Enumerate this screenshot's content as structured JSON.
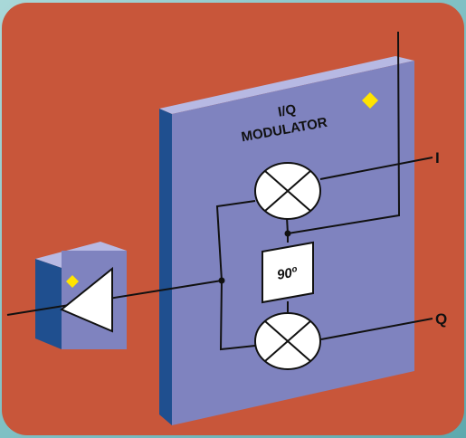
{
  "diagram": {
    "title_line1": "I/Q",
    "title_line2": "MODULATOR",
    "phase_label": "90º",
    "output_i": "I",
    "output_q": "Q"
  },
  "colors": {
    "outer_background": "#7fc0c4",
    "panel_background": "#c8563a",
    "block_face": "#7f83bf",
    "block_top": "#b7b9e3",
    "block_side": "#1f4f8f",
    "indicator": "#ffe400",
    "wire": "#111111"
  }
}
